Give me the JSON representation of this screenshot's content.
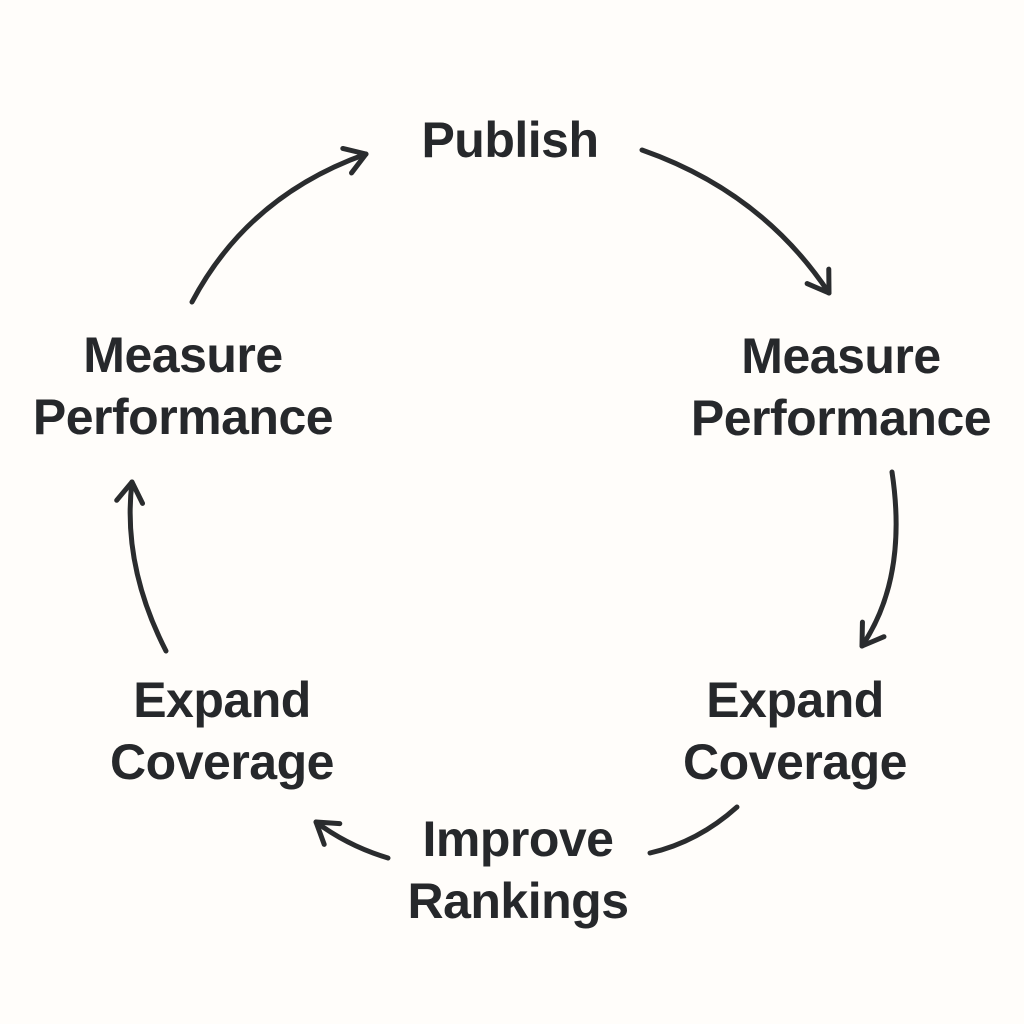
{
  "diagram": {
    "type": "cycle",
    "direction": "clockwise",
    "nodes": [
      {
        "id": "publish",
        "position": "top",
        "label": "Publish"
      },
      {
        "id": "measure-performance-right",
        "position": "right",
        "label": "Measure Performance"
      },
      {
        "id": "expand-coverage-right",
        "position": "bottom-right",
        "label": "Expand Coverage"
      },
      {
        "id": "improve-rankings",
        "position": "bottom",
        "label": "Improve Rankings"
      },
      {
        "id": "expand-coverage-left",
        "position": "bottom-left",
        "label": "Expand Coverage"
      },
      {
        "id": "measure-performance-left",
        "position": "left",
        "label": "Measure Performance"
      }
    ],
    "edges": [
      {
        "from": "measure-performance-left",
        "to": "publish",
        "arrowhead": true
      },
      {
        "from": "publish",
        "to": "measure-performance-right",
        "arrowhead": true
      },
      {
        "from": "measure-performance-right",
        "to": "expand-coverage-right",
        "arrowhead": true
      },
      {
        "from": "expand-coverage-right",
        "to": "improve-rankings",
        "arrowhead": false
      },
      {
        "from": "improve-rankings",
        "to": "expand-coverage-left",
        "arrowhead": true
      },
      {
        "from": "expand-coverage-left",
        "to": "measure-performance-left",
        "arrowhead": true
      }
    ],
    "colors": {
      "background": "#fffdfa",
      "text": "#26282b",
      "arrow": "#2a2c2e"
    }
  }
}
